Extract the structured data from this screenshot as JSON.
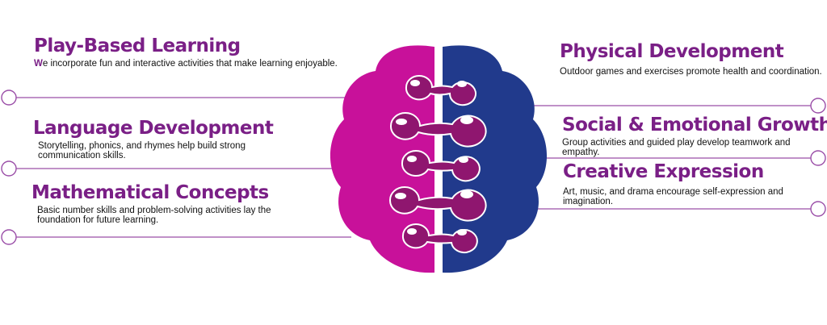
{
  "colors": {
    "accent": "#7a1f86",
    "brain_left": "#c8119a",
    "brain_right": "#213a8c",
    "lobe": "#8f166f",
    "line": "#9b4fa8"
  },
  "left_items": [
    {
      "title": "Play-Based Learning",
      "desc_first_letter": "W",
      "desc": "e incorporate fun and interactive activities that make learning enjoyable."
    },
    {
      "title": "Language Development",
      "desc": "Storytelling, phonics, and rhymes help build strong communication skills."
    },
    {
      "title": "Mathematical Concepts",
      "desc": "Basic number skills and problem-solving activities lay the foundation for future learning."
    }
  ],
  "right_items": [
    {
      "title": "Physical Development",
      "desc": "Outdoor games and exercises promote health and coordination."
    },
    {
      "title": "Social & Emotional Growth",
      "desc": "Group activities and guided play develop teamwork and empathy."
    },
    {
      "title": "Creative Expression",
      "desc": "Art, music, and drama encourage self-expression and imagination."
    }
  ],
  "icons": [
    "brain-icon"
  ]
}
